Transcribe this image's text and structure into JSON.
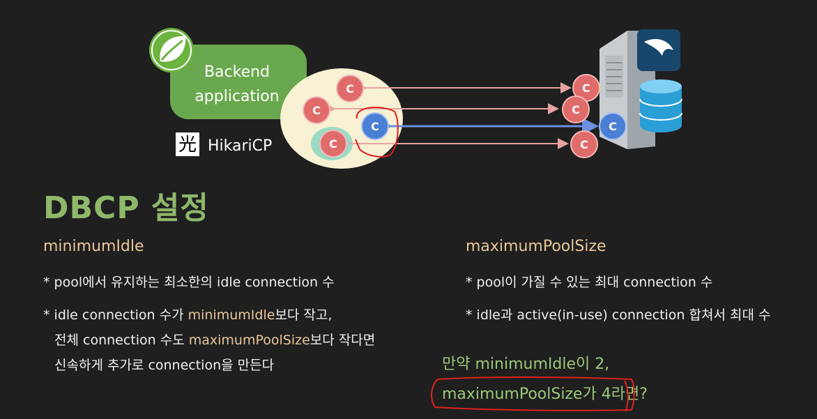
{
  "diagram": {
    "app_label_line1": "Backend",
    "app_label_line2": "application",
    "pool_label": "HikariCP",
    "hikari_logo_glyph": "光",
    "connection_label": "C",
    "colors": {
      "app_box": "#6aa84f",
      "pool_bg": "#f8f1d4",
      "idle_conn": "#e06b6b",
      "active_conn": "#4a7fd6",
      "idle_arrow": "#e7a3a3",
      "active_arrow": "#6c8fe0",
      "annotation": "#e02020"
    },
    "icons": [
      "spring-leaf-icon",
      "hikaricp-logo-icon",
      "server-icon",
      "mysql-dolphin-icon",
      "database-icon"
    ]
  },
  "title": "DBCP 설정",
  "left": {
    "heading": "minimumIdle",
    "b1": "* pool에서 유지하는 최소한의 idle connection 수",
    "b2_a": "* idle connection 수가 ",
    "b2_hl": "minimumIdle",
    "b2_b": "보다 작고,",
    "b3_a": "전체 connection 수도 ",
    "b3_hl": "maximumPoolSize",
    "b3_b": "보다 작다면",
    "b4": "신속하게 추가로 connection을 만든다"
  },
  "right": {
    "heading": "maximumPoolSize",
    "b1": "* pool이 가질 수 있는 최대 connection 수",
    "b2": "* idle과 active(in-use) connection 합쳐서 최대 수",
    "q1": "만약 minimumIdle이 2,",
    "q2": "maximumPoolSize가 4라면?"
  }
}
